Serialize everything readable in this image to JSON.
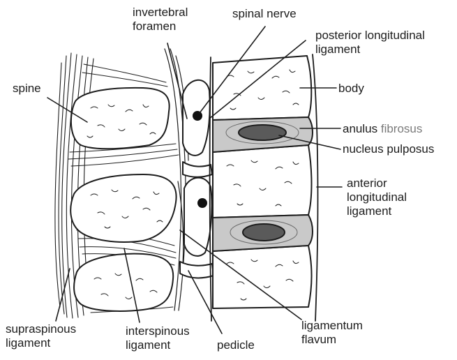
{
  "labels": {
    "invertebral_foramen": [
      "invertebral",
      "foramen"
    ],
    "spinal_nerve": "spinal nerve",
    "posterior_longitudinal_ligament": [
      "posterior longitudinal",
      "ligament"
    ],
    "spine": "spine",
    "body": "body",
    "anulus": "anulus",
    "fibrosus": "fibrosus",
    "nucleus_pulposus": "nucleus pulposus",
    "anterior_longitudinal_ligament": [
      "anterior",
      "longitudinal",
      "ligament"
    ],
    "supraspinous_ligament": [
      "supraspinous",
      "ligament"
    ],
    "interspinous_ligament": [
      "interspinous",
      "ligament"
    ],
    "pedicle": "pedicle",
    "ligamentum_flavum": [
      "ligamentum",
      "flavum"
    ]
  },
  "colors": {
    "line": "#1c1c1c",
    "disc_fill": "#c9c9c9",
    "nucleus_fill": "#5a5a5a",
    "fibrosus_text": "#7a7a7a"
  }
}
